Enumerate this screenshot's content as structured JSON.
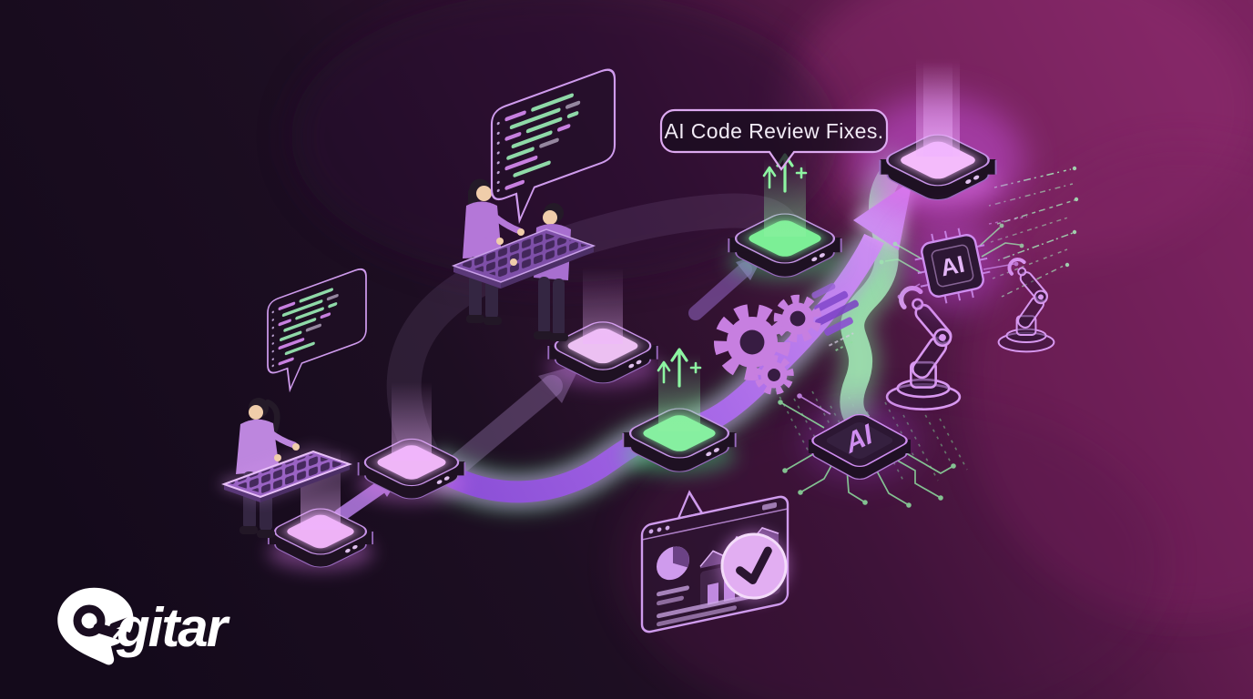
{
  "callout": {
    "text": "AI Code Review Fixes."
  },
  "logo": {
    "text": "gitar"
  },
  "chips": {
    "top": "AI",
    "bottom": "AI"
  },
  "colors": {
    "background_left": "#140a1b",
    "background_right": "#7b2460",
    "accent_purple": "#b06ae0",
    "outline_lavender": "#d9a6ef",
    "glow_pink": "#f0a6fa",
    "accent_green": "#8ef0a0",
    "ribbon_purple": "#9a5ce8",
    "callout_text": "#f1eaf5",
    "logo_white": "#ffffff"
  },
  "icons": {
    "check-icon": "✓",
    "plus-icon": "+",
    "up-arrow-icon": "↑",
    "gear-icon": "⚙",
    "robot-arm-icon": "robot arm outline",
    "ai-chip-icon": "AI processor chip",
    "code-bubble-icon": "speech bubble with code lines",
    "keyboard-icon": "isometric keyboard",
    "pie-chart-icon": "pie chart",
    "bar-chart-icon": "bar chart",
    "guitar-pick-icon": "gitar logo mark"
  }
}
